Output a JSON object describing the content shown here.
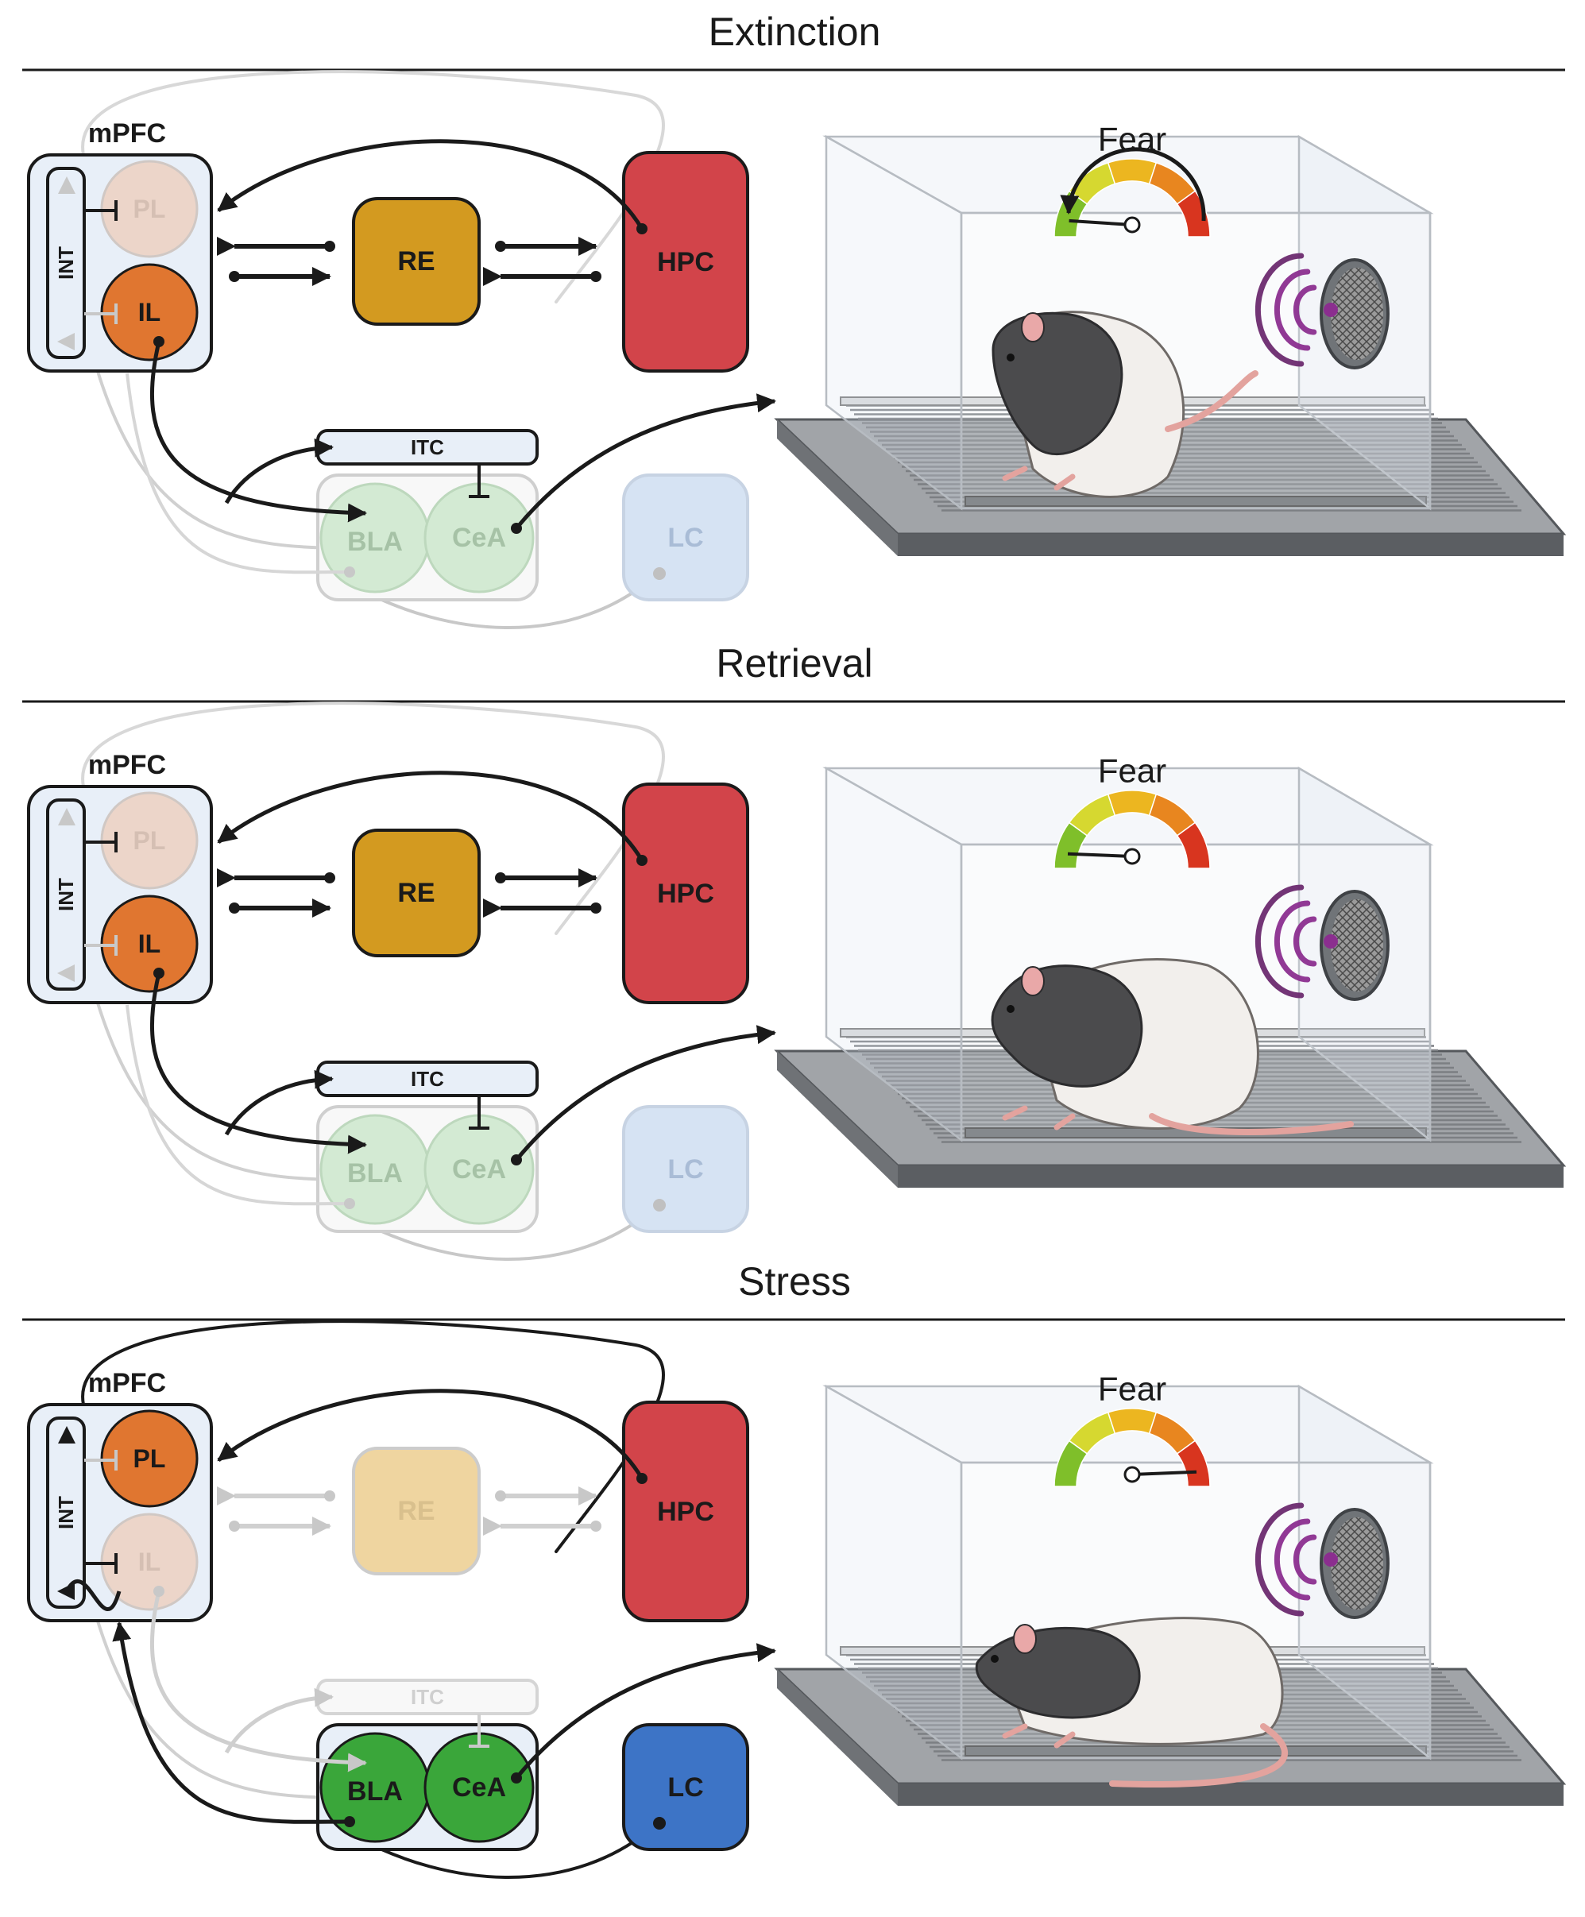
{
  "panels": [
    {
      "title": "Extinction",
      "mpfc_label": "mPFC",
      "int_label": "INT",
      "regions": {
        "pl": "PL",
        "il": "IL",
        "re": "RE",
        "hpc": "HPC",
        "itc": "ITC",
        "bla": "BLA",
        "cea": "CeA",
        "lc": "LC"
      },
      "active": {
        "pl": false,
        "il": true,
        "re": true,
        "hpc": true,
        "itc": true,
        "bla": false,
        "cea": false,
        "lc": false
      },
      "fear_label": "Fear",
      "fear_level": 0.08,
      "fear_decreasing": true,
      "rat_posture": "crouched"
    },
    {
      "title": "Retrieval",
      "mpfc_label": "mPFC",
      "int_label": "INT",
      "regions": {
        "pl": "PL",
        "il": "IL",
        "re": "RE",
        "hpc": "HPC",
        "itc": "ITC",
        "bla": "BLA",
        "cea": "CeA",
        "lc": "LC"
      },
      "active": {
        "pl": false,
        "il": true,
        "re": true,
        "hpc": true,
        "itc": true,
        "bla": false,
        "cea": false,
        "lc": false
      },
      "fear_label": "Fear",
      "fear_level": 0.05,
      "fear_decreasing": false,
      "rat_posture": "sitting"
    },
    {
      "title": "Stress",
      "mpfc_label": "mPFC",
      "int_label": "INT",
      "regions": {
        "pl": "PL",
        "il": "IL",
        "re": "RE",
        "hpc": "HPC",
        "itc": "ITC",
        "bla": "BLA",
        "cea": "CeA",
        "lc": "LC"
      },
      "active": {
        "pl": true,
        "il": false,
        "re": false,
        "hpc": true,
        "itc": false,
        "bla": true,
        "cea": true,
        "lc": true
      },
      "fear_label": "Fear",
      "fear_level": 0.95,
      "fear_decreasing": false,
      "rat_posture": "freezing"
    }
  ],
  "colors": {
    "pl_active": "#e07630",
    "pl_inactive": "#ecd5c9",
    "il_active": "#e07630",
    "il_inactive": "#ecd5c9",
    "re_active": "#d39a20",
    "re_inactive": "#efd5a0",
    "hpc": "#d2444a",
    "amygdala_active": "#3aa63a",
    "amygdala_inactive": "#d3ead3",
    "lc_active": "#3d74c6",
    "lc_inactive": "#d6e3f3",
    "mpfc_box": "#e8eff8",
    "speaker_wave": "#8b2e8f",
    "gauge": [
      "#7fbf2a",
      "#d6d830",
      "#ecb620",
      "#e8861f",
      "#d8351f"
    ]
  }
}
